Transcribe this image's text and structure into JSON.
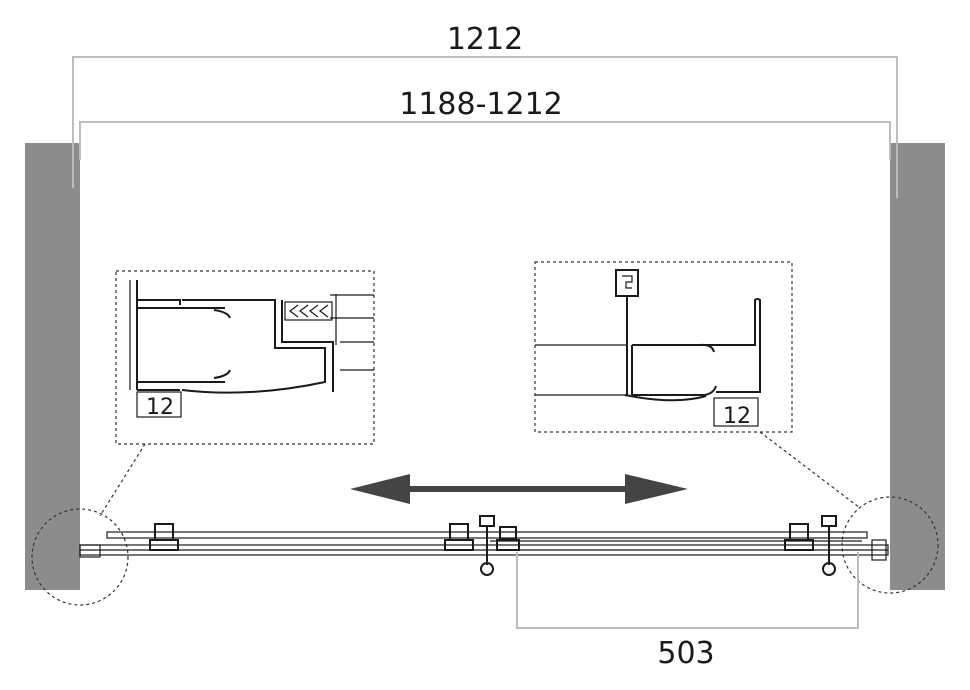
{
  "dimensions": {
    "overall_width": "1212",
    "adjustment_range": "1188-1212",
    "door_opening": "503"
  },
  "details": {
    "left_gap": "12",
    "right_gap": "12"
  },
  "colors": {
    "wall": "#8c8c8c",
    "line": "#1a1a1a",
    "dimension_line": "#bdbdbd",
    "arrow": "#444444"
  }
}
